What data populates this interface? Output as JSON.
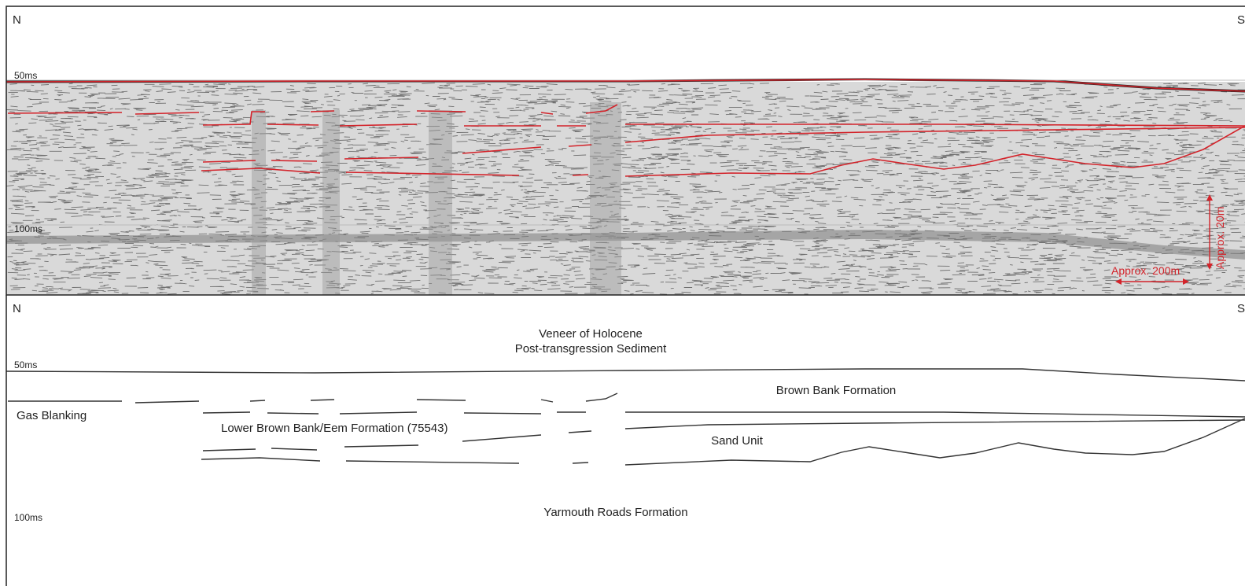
{
  "seismic_panel": {
    "compass_left": "N",
    "compass_right": "S",
    "time_labels": [
      "50ms",
      "100ms"
    ],
    "scale_horizontal": "Approx. 200m",
    "scale_vertical": "Approx. 20m"
  },
  "interpretation_panel": {
    "compass_left": "N",
    "compass_right": "S",
    "time_labels": [
      "50ms",
      "100ms"
    ],
    "unit_labels": {
      "holocene_line1": "Veneer of Holocene",
      "holocene_line2": "Post-transgression Sediment",
      "brown_bank": "Brown Bank Formation",
      "gas_blanking": "Gas Blanking",
      "lower_brown_bank": "Lower Brown Bank/Eem Formation (75543)",
      "sand_unit": "Sand Unit",
      "yarmouth_roads": "Yarmouth Roads Formation"
    }
  },
  "colors": {
    "interpreted_horizon": "#d3232a",
    "annotation_text": "#222222",
    "seismic_background": "#d8d8d8"
  }
}
